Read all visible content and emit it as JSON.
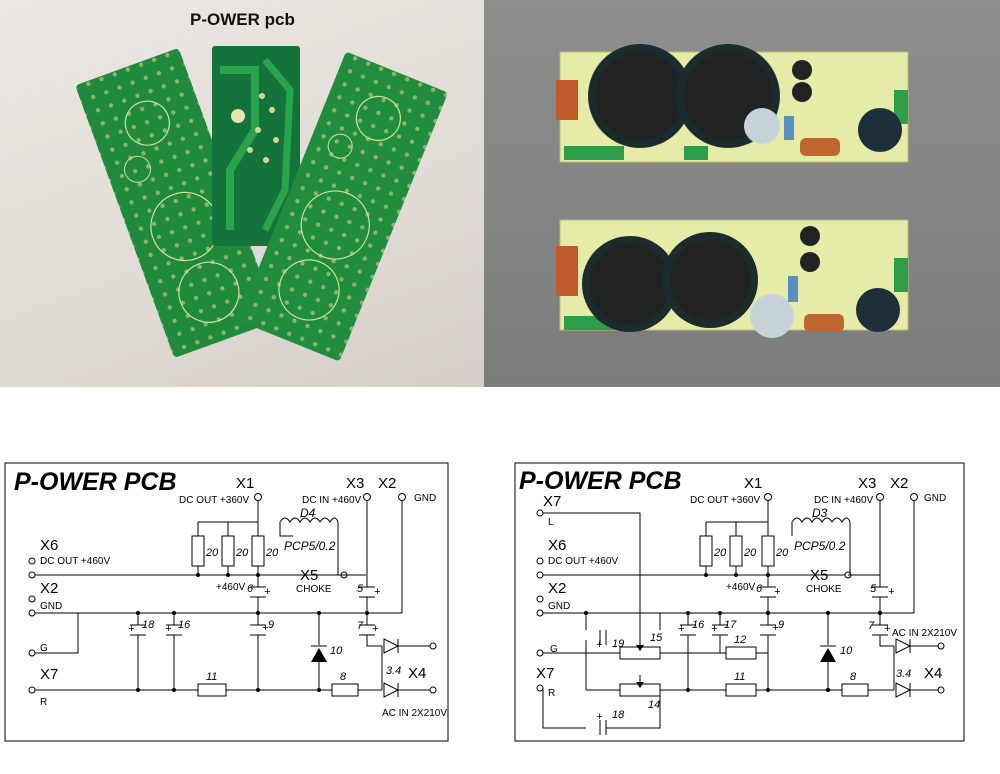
{
  "photo_left": {
    "caption": "P-OWER pcb"
  },
  "schematic_left": {
    "title": "P-OWER PCB",
    "connectors": {
      "x1": "X1",
      "x2_top": "X2",
      "x3": "X3",
      "x6": "X6",
      "x2_side": "X2",
      "x5": "X5",
      "x7": "X7",
      "x4": "X4"
    },
    "labels": {
      "x1_desc": "DC OUT +360V",
      "x3_desc": "DC IN +460V",
      "gnd": "GND",
      "x6_desc": "DC OUT +460V",
      "x2_desc": "GND",
      "g": "G",
      "r": "R",
      "x5_desc": "CHOKE",
      "plus460": "+460V",
      "ac_in": "AC IN 2X210V"
    },
    "parts": {
      "choke": "D4",
      "choke_type": "PCP5/0.2",
      "r20a": "20",
      "r20b": "20",
      "r20c": "20",
      "c6": "6",
      "c5": "5",
      "c18": "18",
      "c16": "16",
      "c9": "9",
      "c7": "7",
      "d10": "10",
      "r11": "11",
      "r8": "8",
      "d34": "3.4",
      "plus": "+"
    }
  },
  "schematic_right": {
    "title": "P-OWER PCB",
    "connectors": {
      "x7_top": "X7",
      "x1": "X1",
      "x3": "X3",
      "x2_top": "X2",
      "x6": "X6",
      "x2_side": "X2",
      "x5": "X5",
      "x7": "X7",
      "x4": "X4"
    },
    "labels": {
      "l": "L",
      "x1_desc": "DC OUT +360V",
      "x3_desc": "DC IN +460V",
      "gnd": "GND",
      "x6_desc": "DC OUT +460V",
      "x2_desc": "GND",
      "g": "G",
      "r": "R",
      "x5_desc": "CHOKE",
      "plus460": "+460V",
      "ac_in": "AC IN 2X210V"
    },
    "parts": {
      "choke": "D3",
      "choke_type": "PCP5/0.2",
      "r20a": "20",
      "r20b": "20",
      "r20c": "20",
      "c6": "6",
      "c5": "5",
      "c19": "19",
      "p15": "15",
      "c16": "16",
      "c17": "17",
      "r12": "12",
      "c9": "9",
      "c7": "7",
      "d10": "10",
      "r11": "11",
      "r8": "8",
      "d34": "3.4",
      "c18": "18",
      "p14": "14",
      "plus": "+"
    }
  }
}
